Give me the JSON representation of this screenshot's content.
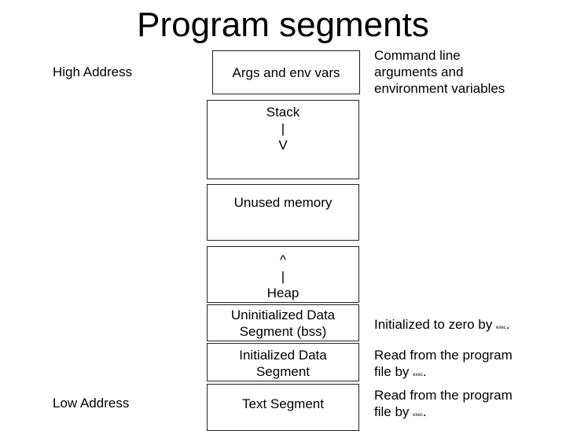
{
  "title": "Program segments",
  "labels": {
    "high_address": "High Address",
    "low_address": "Low Address"
  },
  "segments": {
    "args": {
      "label": "Args and env vars",
      "note": [
        "Command line",
        "arguments and",
        "environment variables"
      ]
    },
    "stack": {
      "lines": [
        "Stack",
        "|",
        "V"
      ]
    },
    "unused": {
      "label": "Unused memory"
    },
    "heap": {
      "lines": [
        "^",
        "|",
        "Heap"
      ]
    },
    "bss": {
      "lines": [
        "Uninitialized Data",
        "Segment (bss)"
      ],
      "note": "Initialized to zero by",
      "note_small": "exec",
      "note_end": "."
    },
    "data": {
      "lines": [
        "Initialized Data",
        "Segment"
      ],
      "note": [
        "Read from the program",
        "file by"
      ],
      "note_small": "exec",
      "note_end": "."
    },
    "text": {
      "label": "Text Segment",
      "note": [
        "Read from the program",
        "file by"
      ],
      "note_small": "exec",
      "note_end": "."
    }
  }
}
